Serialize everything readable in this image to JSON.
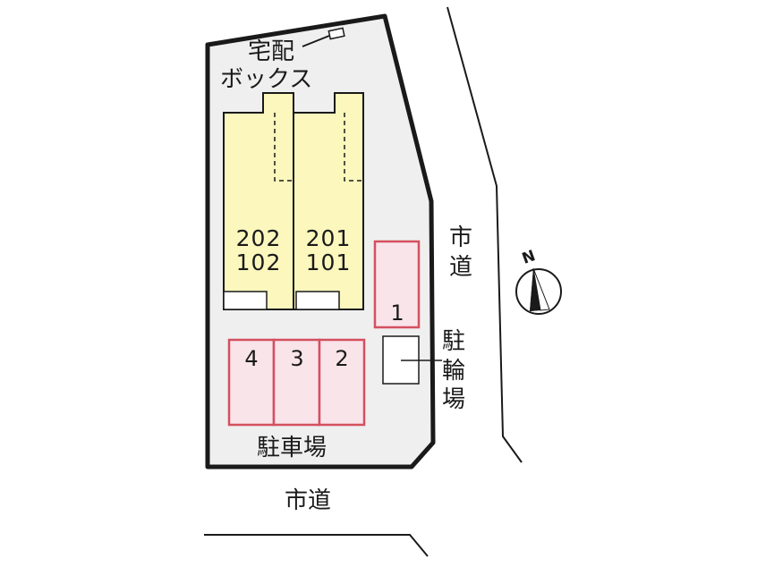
{
  "delivery_box": {
    "line1": "宅配",
    "line2": "ボックス"
  },
  "buildings": [
    {
      "upper": "202",
      "lower": "102"
    },
    {
      "upper": "201",
      "lower": "101"
    }
  ],
  "parking_spaces": [
    "1",
    "2",
    "3",
    "4"
  ],
  "parking_label": "駐車場",
  "bicycle_parking_label": [
    "駐",
    "輪",
    "場"
  ],
  "roads": {
    "east": [
      "市",
      "道"
    ],
    "south": "市道"
  },
  "compass": {
    "letter": "N"
  },
  "colors": {
    "site": "#efefef",
    "building": "#fbf7bd",
    "parking_fill": "#f9e4ea",
    "parking_stroke": "#d4505f",
    "line": "#1a1a1a"
  }
}
